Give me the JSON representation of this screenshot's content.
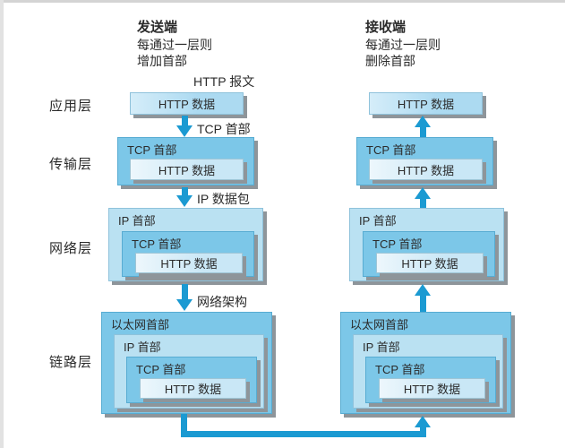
{
  "sender": {
    "title": "发送端",
    "subtitle1": "每通过一层则",
    "subtitle2": "增加首部"
  },
  "receiver": {
    "title": "接收端",
    "subtitle1": "每通过一层则",
    "subtitle2": "删除首部"
  },
  "layers": {
    "application": "应用层",
    "transport": "传输层",
    "network": "网络层",
    "link": "链路层"
  },
  "annotations": {
    "http_message": "HTTP 报文",
    "tcp_header": "TCP 首部",
    "ip_packet": "IP 数据包",
    "network_arch": "网络架构"
  },
  "boxes": {
    "http_data": "HTTP 数据",
    "tcp_header": "TCP 首部",
    "ip_header": "IP 首部",
    "ethernet_header": "以太网首部"
  },
  "colors": {
    "medium_blue": "#7CC7E8",
    "light_blue": "#BAE1F2",
    "pale_from": "#EDF7FC",
    "pale_to": "#C9E7F6",
    "app_from": "#D5EDF9",
    "app_to": "#ACDAF1",
    "arrow_blue": "#1B9AD2",
    "shadow_gray": "#8E959A",
    "text": "#2B2B2B"
  }
}
